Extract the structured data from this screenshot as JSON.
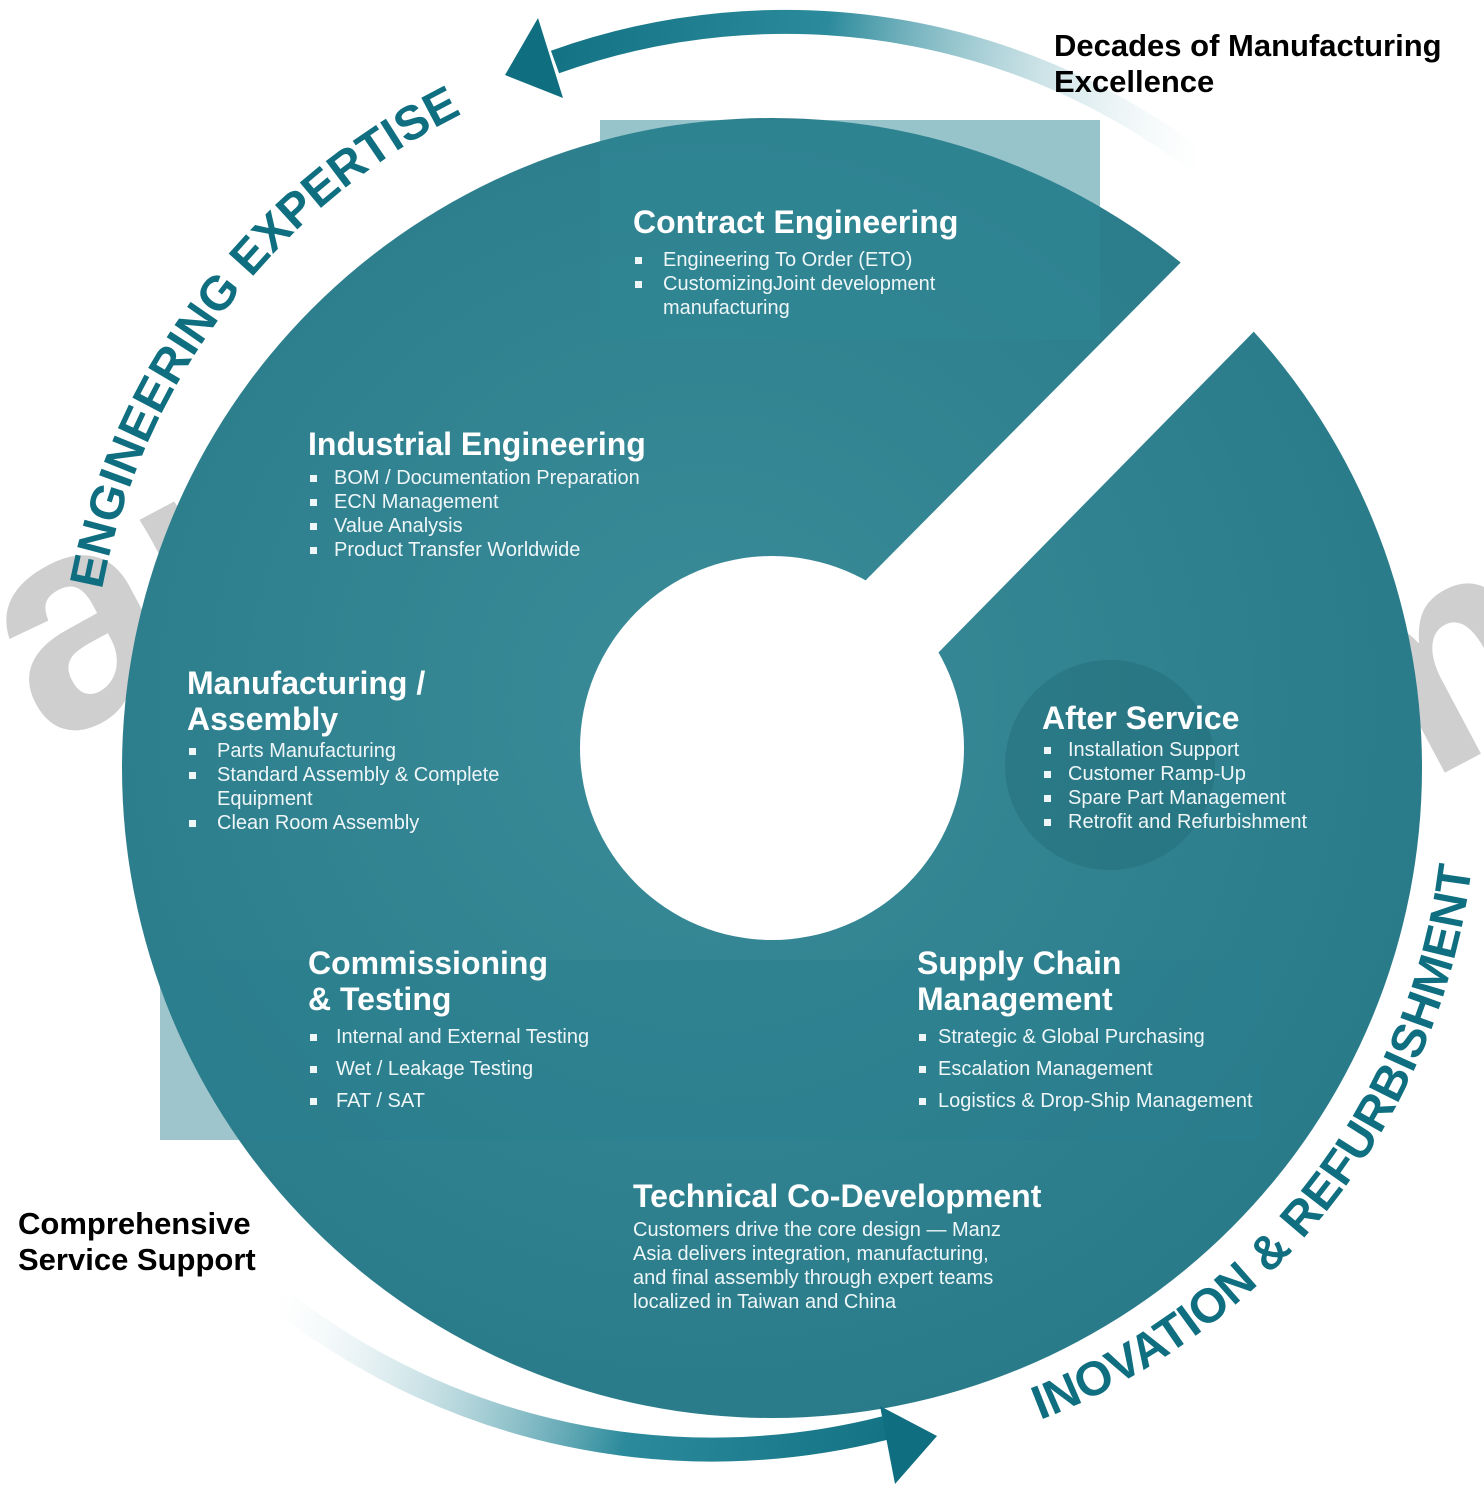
{
  "colors": {
    "teal": "#2a7d8c",
    "teal_dark": "#0f6f80",
    "white": "#ffffff",
    "watermark": "#cfcfcf"
  },
  "icons": [
    "arrow-top-left-icon",
    "arrow-bottom-right-icon"
  ],
  "corner_labels": {
    "top_right": [
      "Decades of Manufacturing",
      "Excellence"
    ],
    "bottom_left": [
      "Comprehensive",
      "Service Support"
    ]
  },
  "arc_labels": {
    "left": "ENGINEERING EXPERTISE",
    "right": "INOVATION & REFURBISHMENT"
  },
  "watermark_text": [
    "anz",
    "m"
  ],
  "sections": {
    "contract": {
      "title": "Contract Engineering",
      "items": [
        "Engineering To Order (ETO)",
        "CustomizingJoint development",
        "manufacturing"
      ]
    },
    "industrial": {
      "title": "Industrial Engineering",
      "items": [
        "BOM / Documentation Preparation",
        "ECN Management",
        "Value Analysis",
        "Product Transfer Worldwide"
      ]
    },
    "manufacturing": {
      "title": [
        "Manufacturing /",
        "Assembly"
      ],
      "items": [
        "Parts Manufacturing",
        "Standard Assembly & Complete",
        "Equipment",
        "Clean Room Assembly"
      ]
    },
    "after": {
      "title": "After Service",
      "items": [
        "Installation Support",
        "Customer Ramp-Up",
        "Spare Part Management",
        "Retrofit and Refurbishment"
      ]
    },
    "commissioning": {
      "title": [
        "Commissioning",
        "& Testing"
      ],
      "items": [
        "Internal and External Testing",
        "Wet / Leakage Testing",
        "FAT / SAT"
      ]
    },
    "supply": {
      "title": [
        "Supply Chain",
        "Management"
      ],
      "items": [
        "Strategic & Global Purchasing",
        "Escalation Management",
        "Logistics & Drop-Ship Management"
      ]
    },
    "technical": {
      "title": "Technical Co-Development",
      "lines": [
        "Customers drive the core design — Manz",
        "Asia delivers integration, manufacturing,",
        "and final assembly through expert teams",
        "localized in Taiwan and China"
      ]
    }
  }
}
